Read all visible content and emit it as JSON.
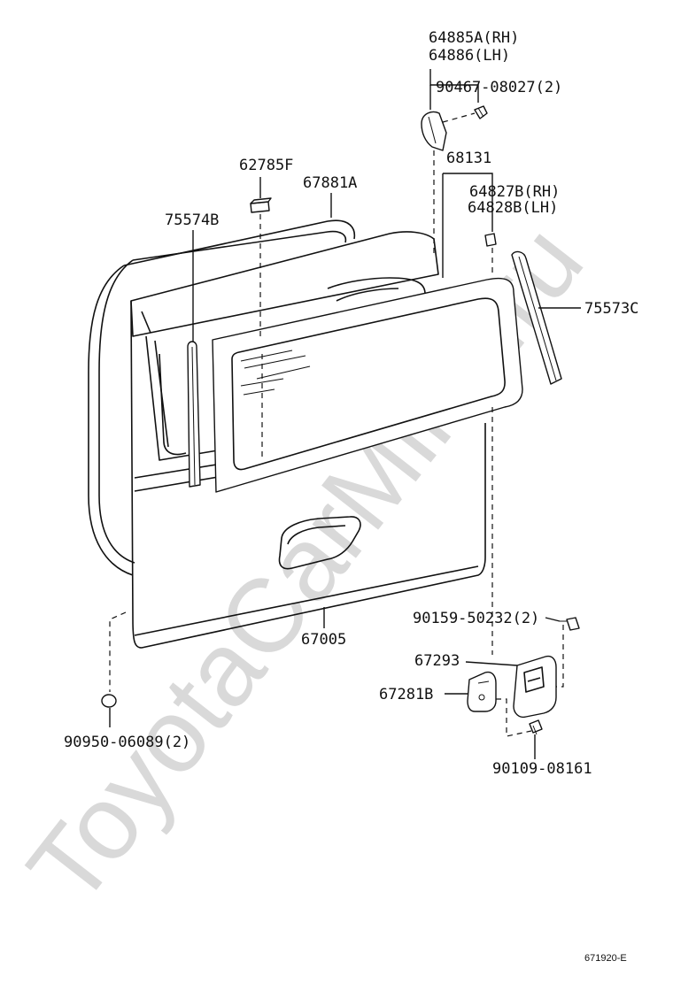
{
  "watermark": "ToyotaCarMine.ru",
  "figure_code": "671920-E",
  "callouts": [
    {
      "id": "p64885A",
      "text": "64885A(RH)"
    },
    {
      "id": "p64886",
      "text": "64886(LH)"
    },
    {
      "id": "p90467",
      "text": "90467-08027(2)"
    },
    {
      "id": "p68131",
      "text": "68131"
    },
    {
      "id": "p62785F",
      "text": "62785F"
    },
    {
      "id": "p67881A",
      "text": "67881A"
    },
    {
      "id": "p64827B",
      "text": "64827B(RH)"
    },
    {
      "id": "p64828B",
      "text": "64828B(LH)"
    },
    {
      "id": "p75574B",
      "text": "75574B"
    },
    {
      "id": "p75573C",
      "text": "75573C"
    },
    {
      "id": "p67005",
      "text": "67005"
    },
    {
      "id": "p90159",
      "text": "90159-50232(2)"
    },
    {
      "id": "p67293",
      "text": "67293"
    },
    {
      "id": "p67281B",
      "text": "67281B"
    },
    {
      "id": "p90950",
      "text": "90950-06089(2)"
    },
    {
      "id": "p90109",
      "text": "90109-08161"
    }
  ]
}
